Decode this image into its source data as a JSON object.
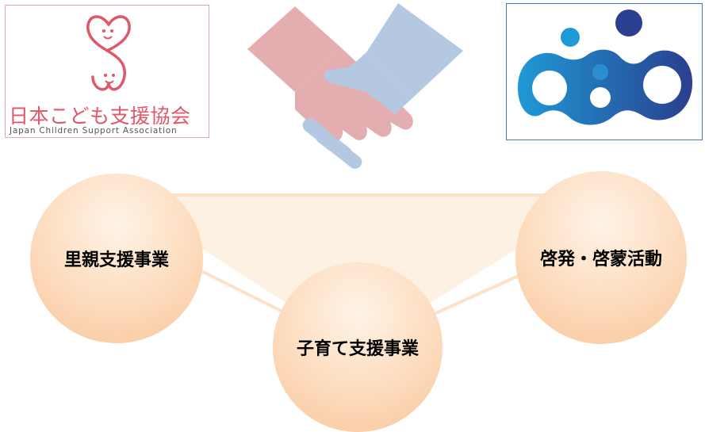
{
  "left_logo": {
    "name": "日本こども支援協会",
    "english_name": "Japan Children Support Association"
  },
  "activities": {
    "left": "里親支援事業",
    "center": "子育て支援事業",
    "right": "啓発・啓蒙活動"
  },
  "colors": {
    "left_logo_red": "#e0566a",
    "handshake_left": "#e4aeb0",
    "handshake_right": "#b4c8e2",
    "right_logo_blue": "#2a4f9c",
    "right_logo_light": "#1f9ad6",
    "circle_fill": "#fbd3ad",
    "connector": "#fbe6cf"
  },
  "icons": [
    "heart-s-logo-icon",
    "handshake-icon",
    "circles-logo-icon"
  ]
}
